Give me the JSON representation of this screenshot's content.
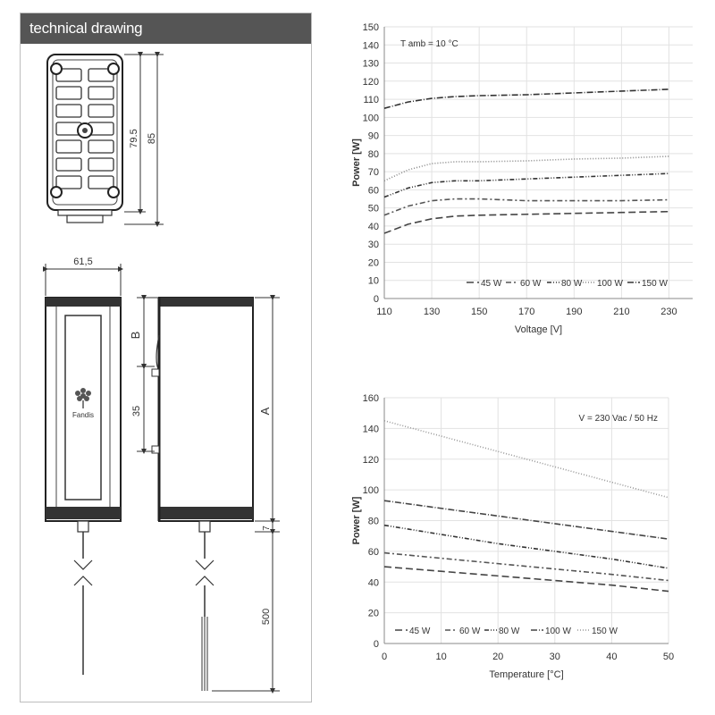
{
  "header": {
    "title": "technical drawing"
  },
  "drawing": {
    "dim_height_inner": "79.5",
    "dim_height_outer": "85",
    "dim_width": "61,5",
    "dim_b": "B",
    "dim_35": "35",
    "dim_a": "A",
    "dim_7": "7",
    "dim_500": "500",
    "logo_text": "Fandis"
  },
  "chart_data": [
    {
      "type": "line",
      "annotation": "T amb = 10 °C",
      "xlabel": "Voltage  [V]",
      "ylabel": "Power  [W]",
      "xlim": [
        110,
        240
      ],
      "ylim": [
        0,
        150
      ],
      "x_ticks": [
        110,
        130,
        150,
        170,
        190,
        210,
        230
      ],
      "y_ticks": [
        0,
        10,
        20,
        30,
        40,
        50,
        60,
        70,
        80,
        90,
        100,
        110,
        120,
        130,
        140,
        150
      ],
      "grid": true,
      "legend_position": "bottom-right",
      "x": [
        110,
        120,
        130,
        140,
        150,
        170,
        190,
        210,
        230
      ],
      "series": [
        {
          "name": "45 W",
          "dash": "8,4",
          "color": "#444444",
          "values": [
            36,
            41,
            44,
            45.5,
            46,
            46.5,
            47,
            47.5,
            48
          ]
        },
        {
          "name": "60 W",
          "dash": "6,3,2,3",
          "color": "#555555",
          "values": [
            46,
            51,
            54,
            55,
            55,
            54,
            54,
            54,
            54.5
          ]
        },
        {
          "name": "80 W",
          "dash": "5,2,1,2,1,2",
          "color": "#333333",
          "values": [
            56,
            61,
            64,
            65,
            65,
            66,
            67,
            68,
            69
          ]
        },
        {
          "name": "100 W",
          "dash": "1,2",
          "color": "#888888",
          "values": [
            65,
            71,
            74.5,
            75.5,
            75.5,
            76,
            77,
            77.5,
            78.5
          ]
        },
        {
          "name": "150 W",
          "dash": "7,2,1,2",
          "color": "#333333",
          "values": [
            105,
            108.5,
            110.5,
            111.5,
            112,
            112.5,
            113.5,
            114.5,
            115.5
          ]
        }
      ]
    },
    {
      "type": "line",
      "annotation": "V = 230 Vac  / 50 Hz",
      "xlabel": "Temperature [°C]",
      "ylabel": "Power  [W]",
      "xlim": [
        0,
        50
      ],
      "ylim": [
        0,
        160
      ],
      "x_ticks": [
        0,
        10,
        20,
        30,
        40,
        50
      ],
      "y_ticks": [
        0,
        20,
        40,
        60,
        80,
        100,
        120,
        140,
        160
      ],
      "grid": true,
      "legend_position": "bottom",
      "x": [
        0,
        10,
        20,
        30,
        40,
        50
      ],
      "series": [
        {
          "name": "45 W",
          "dash": "8,4",
          "color": "#444444",
          "values": [
            50,
            47,
            44,
            41,
            38,
            34
          ]
        },
        {
          "name": "60 W",
          "dash": "6,3,2,3",
          "color": "#555555",
          "values": [
            59,
            55.5,
            52,
            48.5,
            45,
            41
          ]
        },
        {
          "name": "80 W",
          "dash": "5,2,1,2,1,2",
          "color": "#333333",
          "values": [
            77,
            71,
            65,
            60,
            55,
            49
          ]
        },
        {
          "name": "100 W",
          "dash": "7,2,1,2",
          "color": "#444444",
          "values": [
            93,
            88,
            83,
            78,
            73,
            68
          ]
        },
        {
          "name": "150 W",
          "dash": "1,2",
          "color": "#999999",
          "values": [
            145,
            135,
            125,
            115,
            105,
            95
          ]
        }
      ]
    }
  ]
}
